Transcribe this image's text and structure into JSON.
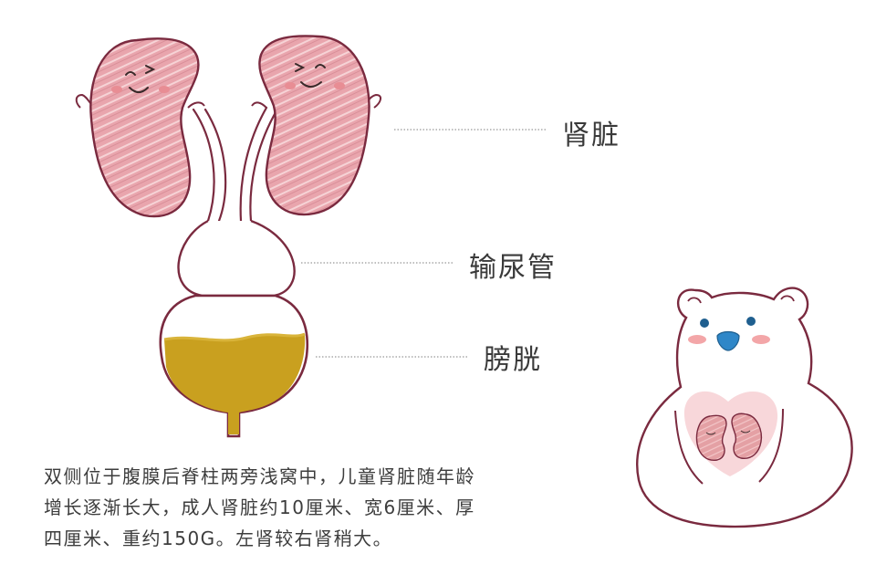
{
  "labels": {
    "kidney": "肾脏",
    "ureter": "输尿管",
    "bladder": "膀胱"
  },
  "description": [
    "双侧位于腹膜后脊柱两旁浅窝中，儿童肾脏随年龄",
    "增长逐渐长大，成人肾脏约10厘米、宽6厘米、厚",
    "四厘米、重约150G。左肾较右肾稍大。"
  ],
  "colors": {
    "outline": "#7a2a3f",
    "kidney_fill": "#e9a5ad",
    "kidney_hatch": "#f6d3d6",
    "urine": "#c9a01f",
    "blush": "#f3a6a8",
    "leader_line": "#7f7f7f",
    "bear_nose": "#2f87c8",
    "bear_eye": "#1f5f8f",
    "text": "#3d3d3d"
  },
  "icons": [
    "kidney-left-icon",
    "kidney-right-icon",
    "bladder-icon",
    "bear-mascot-icon"
  ]
}
